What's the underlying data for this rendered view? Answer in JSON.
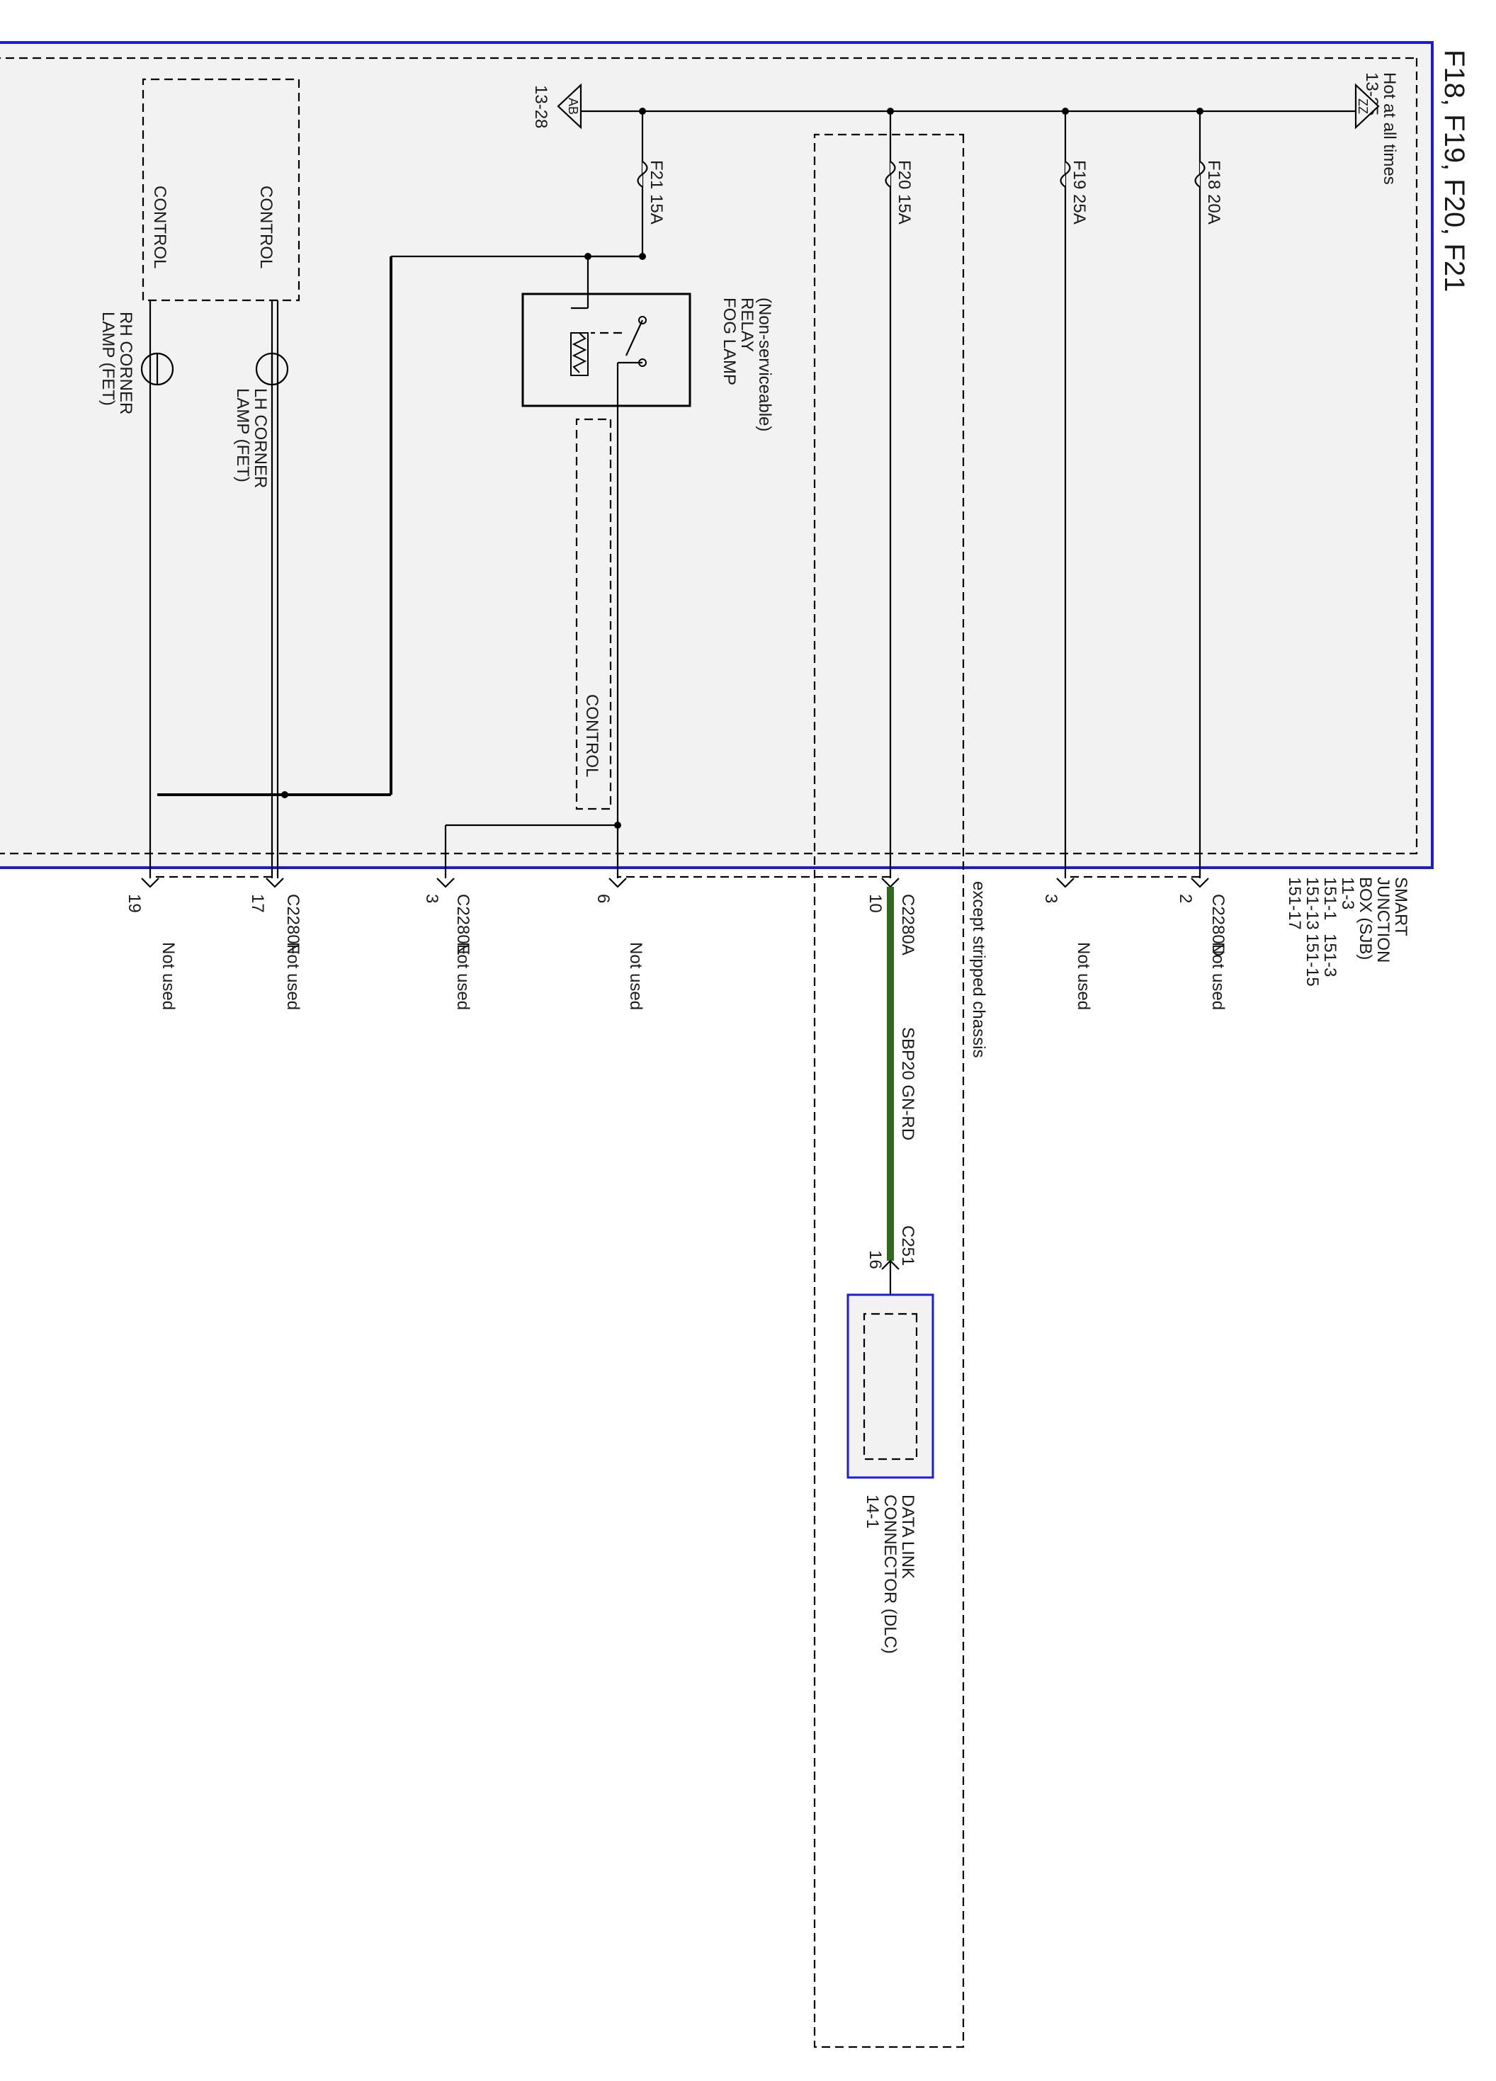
{
  "title": "F18, F19, F20, F21",
  "colors": {
    "module_border": "#1c1cd8",
    "module_fill": "#f2f2f2",
    "wire_green": "#2f6a1e",
    "line": "#000000"
  },
  "sjb": {
    "name_lines": [
      "SMART",
      "JUNCTION",
      "BOX (SJB)",
      "11-3"
    ],
    "refs_line1": [
      "151-1",
      "151-3"
    ],
    "refs_line2": [
      "151-13",
      "151-15"
    ],
    "refs_line3": [
      "151-17"
    ]
  },
  "hot_at_all_times": {
    "label": "Hot at all times",
    "ref": "13-25",
    "symbol": "ZZ"
  },
  "bus_out": {
    "symbol": "AB",
    "ref": "13-28"
  },
  "fuses": [
    {
      "id": "f18",
      "name": "F18",
      "rating": "20A"
    },
    {
      "id": "f19",
      "name": "F19",
      "rating": "25A"
    },
    {
      "id": "f20",
      "name": "F20",
      "rating": "15A"
    },
    {
      "id": "f21",
      "name": "F21",
      "rating": "15A"
    }
  ],
  "relay": {
    "lines": [
      "FOG LAMP",
      "RELAY",
      "(Non-serviceable)"
    ]
  },
  "control_label": "CONTROL",
  "lamps": {
    "lh": [
      "LH CORNER",
      "LAMP (FET)"
    ],
    "rh": [
      "RH CORNER",
      "LAMP (FET)"
    ]
  },
  "connectors": {
    "c2280d": "C2280D",
    "c2280a": "C2280A",
    "c2280e": "C2280E",
    "c2280f": "C2280F",
    "c251": "C251"
  },
  "pins": {
    "p2": "2",
    "p3a": "3",
    "p10": "10",
    "p6": "6",
    "p3b": "3",
    "p17": "17",
    "p19": "19",
    "p16": "16"
  },
  "not_used": "Not used",
  "except_note": "except stripped chassis",
  "circuit": {
    "name": "SBP20",
    "color": "GN-RD"
  },
  "dlc": {
    "lines": [
      "DATA LINK",
      "CONNECTOR (DLC)",
      "14-1"
    ]
  }
}
